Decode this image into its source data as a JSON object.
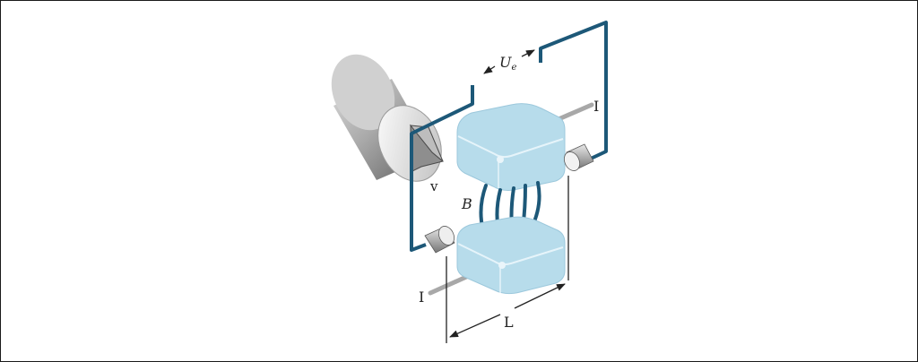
{
  "labels": {
    "voltage_main": "U",
    "voltage_sub": "e",
    "current_top": "I",
    "current_bottom": "I",
    "velocity": "v",
    "field": "B",
    "length": "L"
  },
  "colors": {
    "circuit": "#1d5878",
    "pole": "#b7dceb",
    "field_lines": "#1d5878",
    "dimension": "#222222"
  }
}
